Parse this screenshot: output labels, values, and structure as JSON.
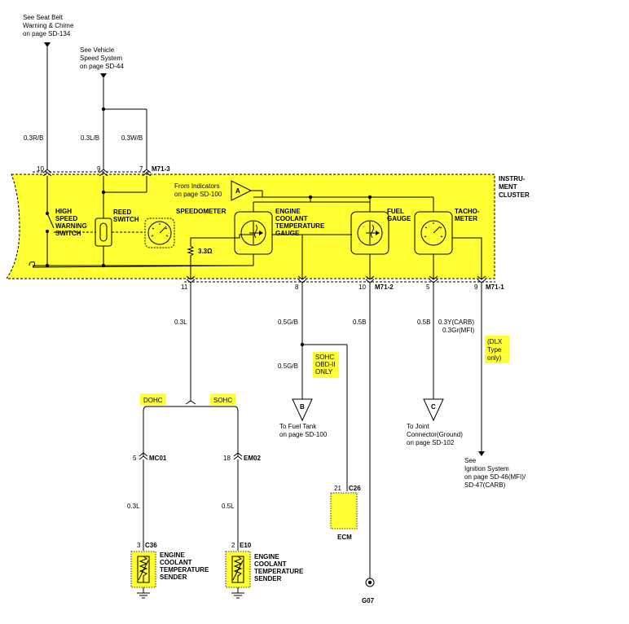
{
  "references": {
    "seat_belt": [
      "See Seat Belt",
      "Warning & Chime",
      "on page SD-134"
    ],
    "vehicle_speed": [
      "See Vehicle",
      "Speed System",
      "on page SD-44"
    ],
    "indicators": [
      "From Indicators",
      "on page SD-100"
    ],
    "fuel_tank": [
      "To Fuel Tank",
      "on page SD-100"
    ],
    "joint_connector": [
      "To Joint",
      "Connector(Ground)",
      "on page SD-102"
    ],
    "ignition": [
      "See",
      "Ignition System",
      "on page SD-46(MFI)/",
      "SD-47(CARB)"
    ]
  },
  "cluster": {
    "title": [
      "INSTRU-",
      "MENT",
      "CLUSTER"
    ]
  },
  "components": {
    "high_speed_switch": [
      "HIGH",
      "SPEED",
      "WARNING",
      "SWITCH"
    ],
    "reed_switch": [
      "REED",
      "SWITCH"
    ],
    "speedometer": "SPEEDOMETER",
    "coolant_gauge": [
      "ENGINE",
      "COOLANT",
      "TEMPERATURE",
      "GAUGE"
    ],
    "fuel_gauge": [
      "FUEL",
      "GAUGE"
    ],
    "tachometer": [
      "TACHO-",
      "METER"
    ],
    "resistor": "3.3Ω",
    "ecm": "ECM",
    "sender": [
      "ENGINE",
      "COOLANT",
      "TEMPERATURE",
      "SENDER"
    ]
  },
  "connectors": {
    "m71_3": "M71-3",
    "m71_2": "M71-2",
    "m71_1": "M71-1",
    "mc01": "MC01",
    "em02": "EM02",
    "c26": "C26",
    "c36": "C36",
    "e10": "E10",
    "g07": "G07"
  },
  "pins": {
    "p10_top": "10",
    "p9_top": "9",
    "p7_top": "7",
    "p11": "11",
    "p8": "8",
    "p10_bot": "10",
    "p5_bot": "5",
    "p9_bot": "9",
    "p5_mc01": "5",
    "p18": "18",
    "p21": "21",
    "p3": "3",
    "p2": "2"
  },
  "wires": {
    "w_03rb": "0.3R/B",
    "w_03lb": "0.3L/B",
    "w_03wb": "0.3W/B",
    "w_03l_a": "0.3L",
    "w_05gb_a": "0.5G/B",
    "w_05gb_b": "0.5G/B",
    "w_05b_a": "0.5B",
    "w_05b_b": "0.5B",
    "w_03y": "0.3Y(CARB)",
    "w_03gr": "0.3Gr(MFI)",
    "w_03l_b": "0.3L",
    "w_05l": "0.5L"
  },
  "notes": {
    "dohc": "DOHC",
    "sohc": "SOHC",
    "sohc_obd": [
      "SOHC",
      "OBD-II",
      "ONLY"
    ],
    "dlx": [
      "(DLX",
      "Type",
      "only)"
    ]
  },
  "flags": {
    "a": "A",
    "b": "B",
    "c": "C"
  },
  "colors": {
    "highlight": "#ffff33",
    "wire": "#000000",
    "background": "#ffffff"
  }
}
